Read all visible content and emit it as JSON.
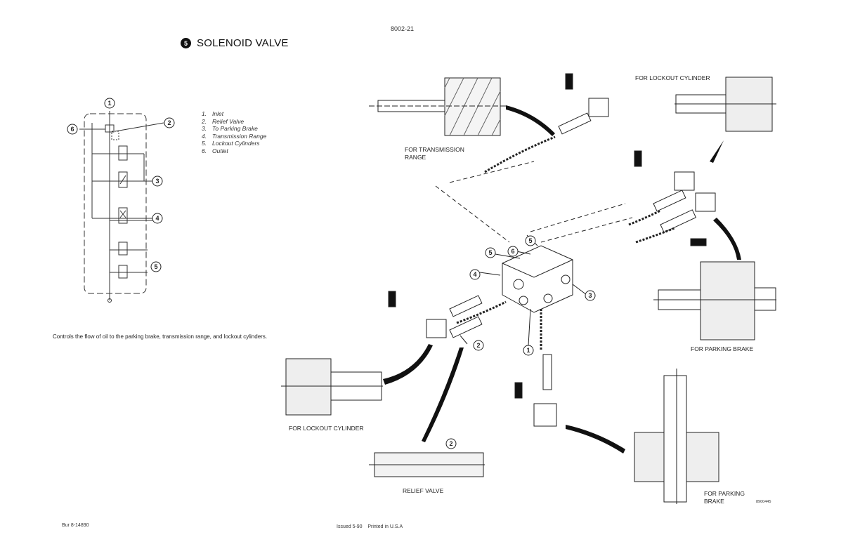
{
  "page_number": "8002-21",
  "section": {
    "number": "5",
    "title": "SOLENOID VALVE"
  },
  "schematic": {
    "callouts": [
      "1",
      "2",
      "3",
      "4",
      "5",
      "6"
    ]
  },
  "legend": [
    {
      "num": "1.",
      "label": "Inlet"
    },
    {
      "num": "2.",
      "label": "Relief Valve"
    },
    {
      "num": "3.",
      "label": "To Parking Brake"
    },
    {
      "num": "4.",
      "label": "Transmission Range"
    },
    {
      "num": "5.",
      "label": "Lockout Cylinders"
    },
    {
      "num": "6.",
      "label": "Outlet"
    }
  ],
  "description": "Controls the flow of oil to the parking brake, transmission range, and lockout cylinders.",
  "exploded_view": {
    "callouts": [
      "5",
      "5",
      "6",
      "4",
      "3",
      "1",
      "2"
    ]
  },
  "captions": {
    "transmission_range": [
      "FOR TRANSMISSION",
      "RANGE"
    ],
    "lockout_cylinder_top": "FOR LOCKOUT CYLINDER",
    "parking_brake_right": "FOR PARKING BRAKE",
    "lockout_cylinder_left": "FOR LOCKOUT CYLINDER",
    "relief_valve": "RELIEF VALVE",
    "relief_valve_callout": "2",
    "parking_brake_bottom": [
      "FOR PARKING",
      "BRAKE"
    ]
  },
  "figure_number": "8900445",
  "footer": {
    "left": "Bur 8-14890",
    "center": "Issued 5-90    Printed in U.S.A"
  }
}
